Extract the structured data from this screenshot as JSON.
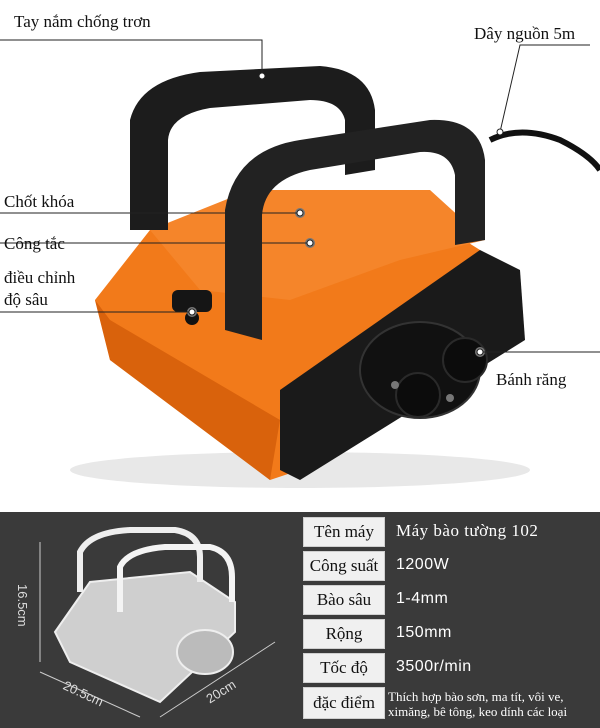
{
  "callouts": {
    "handle": "Tay nắm chống trơn",
    "cable": "Dây nguồn 5m",
    "lock": "Chốt khóa",
    "switch": "Công tắc",
    "depth_line1": "điều chỉnh",
    "depth_line2": "độ sâu",
    "gear": "Bánh răng"
  },
  "dimensions": {
    "height": "16.5cm",
    "length": "20.5cm",
    "width": "20cm"
  },
  "specs": [
    {
      "label": "Tên máy",
      "value": "Máy bào tường 102"
    },
    {
      "label": "Công suất",
      "value": "1200W"
    },
    {
      "label": "Bào sâu",
      "value": "1-4mm"
    },
    {
      "label": "Rộng",
      "value": "150mm"
    },
    {
      "label": "Tốc độ",
      "value": "3500r/min"
    },
    {
      "label": "đặc điểm",
      "value_line1": "Thích hợp bào sơn, ma tít, vôi ve,",
      "value_line2": "ximăng, bê tông, keo dính các loại"
    }
  ],
  "colors": {
    "body_orange": "#f27a1a",
    "handle_black": "#1c1c1c",
    "panel_dark": "#3a3a3a"
  }
}
